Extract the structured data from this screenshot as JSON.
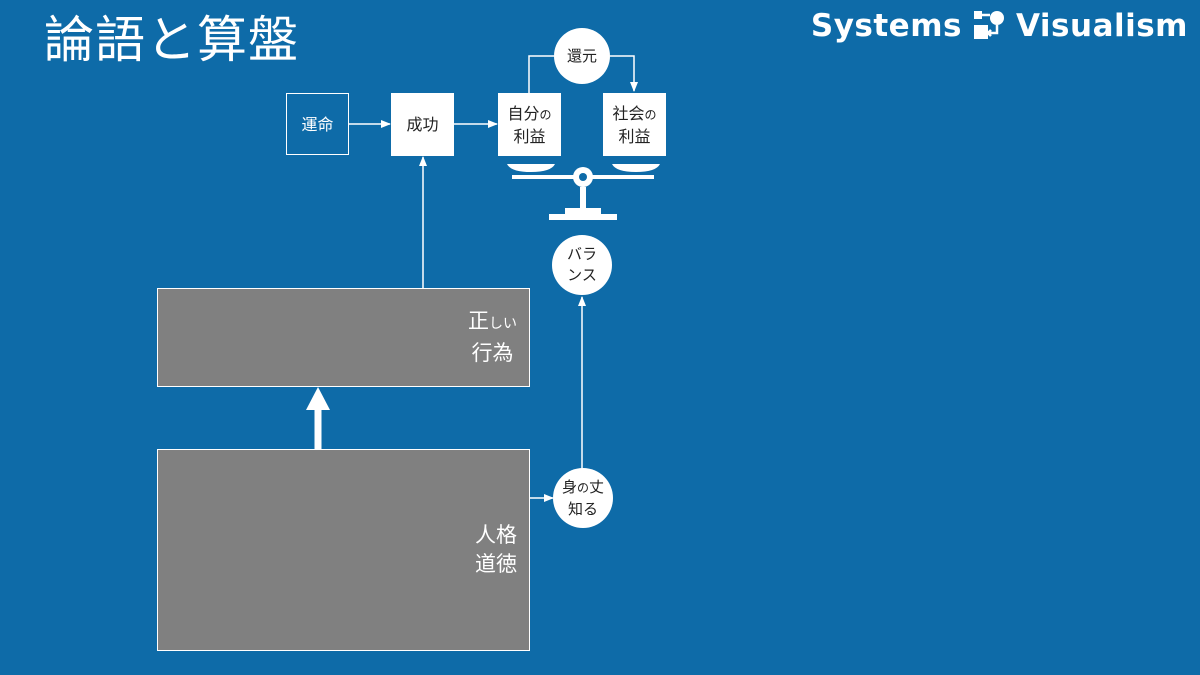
{
  "title": "論語と算盤",
  "brand": {
    "left": "Systems",
    "right": "Visualism"
  },
  "diagram": {
    "fate": "運命",
    "success": "成功",
    "own_benefit_line1": "自分",
    "own_benefit_no": "の",
    "own_benefit_line2": "利益",
    "social_benefit_line1": "社会",
    "social_benefit_no": "の",
    "social_benefit_line2": "利益",
    "return": "還元",
    "balance_line1": "バラ",
    "balance_line2": "ンス",
    "right_action_line1_a": "正",
    "right_action_line1_b": "しい",
    "right_action_line2": "行為",
    "character_line1": "人格",
    "character_line2": "道徳",
    "know_place_line1_a": "身",
    "know_place_line1_b": "の",
    "know_place_line1_c": "丈",
    "know_place_line2": "知る"
  }
}
